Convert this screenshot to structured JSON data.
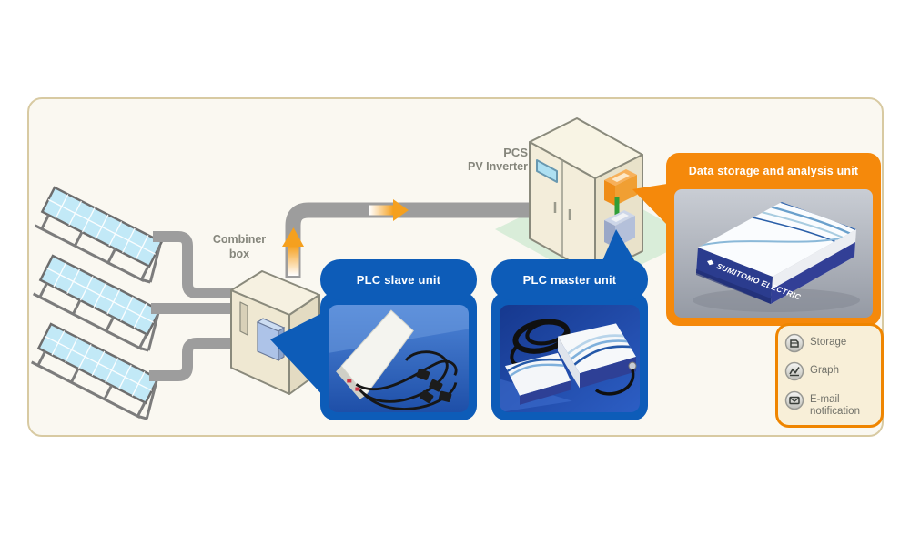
{
  "labels": {
    "combiner": "Combiner box",
    "pcs_line1": "PCS",
    "pcs_line2": "PV Inverter"
  },
  "callouts": {
    "slave": {
      "title": "PLC slave unit"
    },
    "master": {
      "title": "PLC master unit"
    },
    "storage": {
      "title": "Data storage and analysis unit",
      "product_label": "SUMITOMO ELECTRIC"
    }
  },
  "features": {
    "items": [
      {
        "icon": "storage-icon",
        "label": "Storage"
      },
      {
        "icon": "graph-icon",
        "label": "Graph"
      },
      {
        "icon": "email-icon",
        "label": "E-mail notification"
      }
    ]
  },
  "colors": {
    "accent_orange": "#f5890b",
    "callout_blue": "#0d5cb8",
    "pipe_gray": "#9d9d9d",
    "panel_border": "#d8caa2",
    "panel_fill": "#faf8f1",
    "solar_cell": "#c2e9f7",
    "cabinet_cream": "#f3edda",
    "shadow_green": "#d9edd9",
    "feature_box_fill": "#f8efd8",
    "product_navy": "#2b3c8e"
  }
}
